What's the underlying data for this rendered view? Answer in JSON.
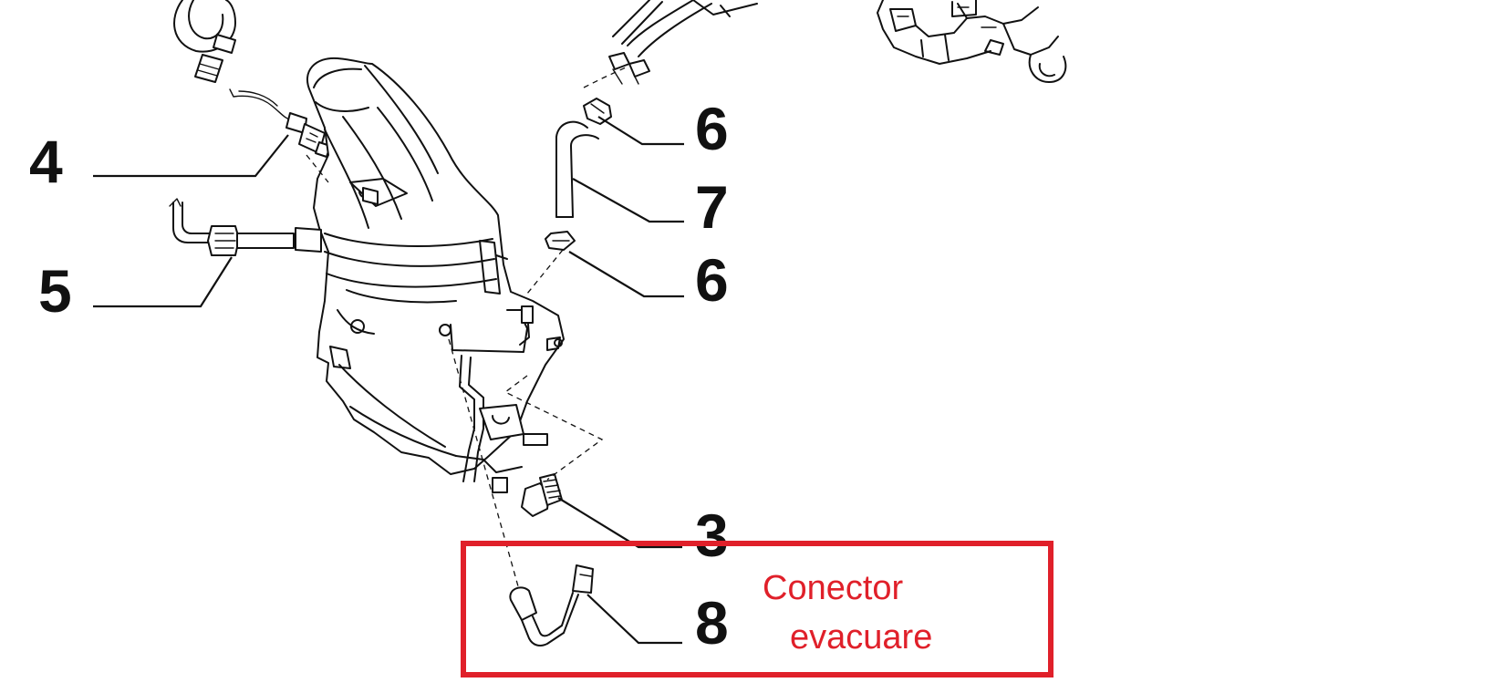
{
  "callouts": {
    "c4": "4",
    "c5": "5",
    "c6a": "6",
    "c7": "7",
    "c6b": "6",
    "c3": "3",
    "c8": "8"
  },
  "highlight": {
    "line1": "Conector",
    "line2": "evacuare",
    "color": "#e0202a"
  }
}
